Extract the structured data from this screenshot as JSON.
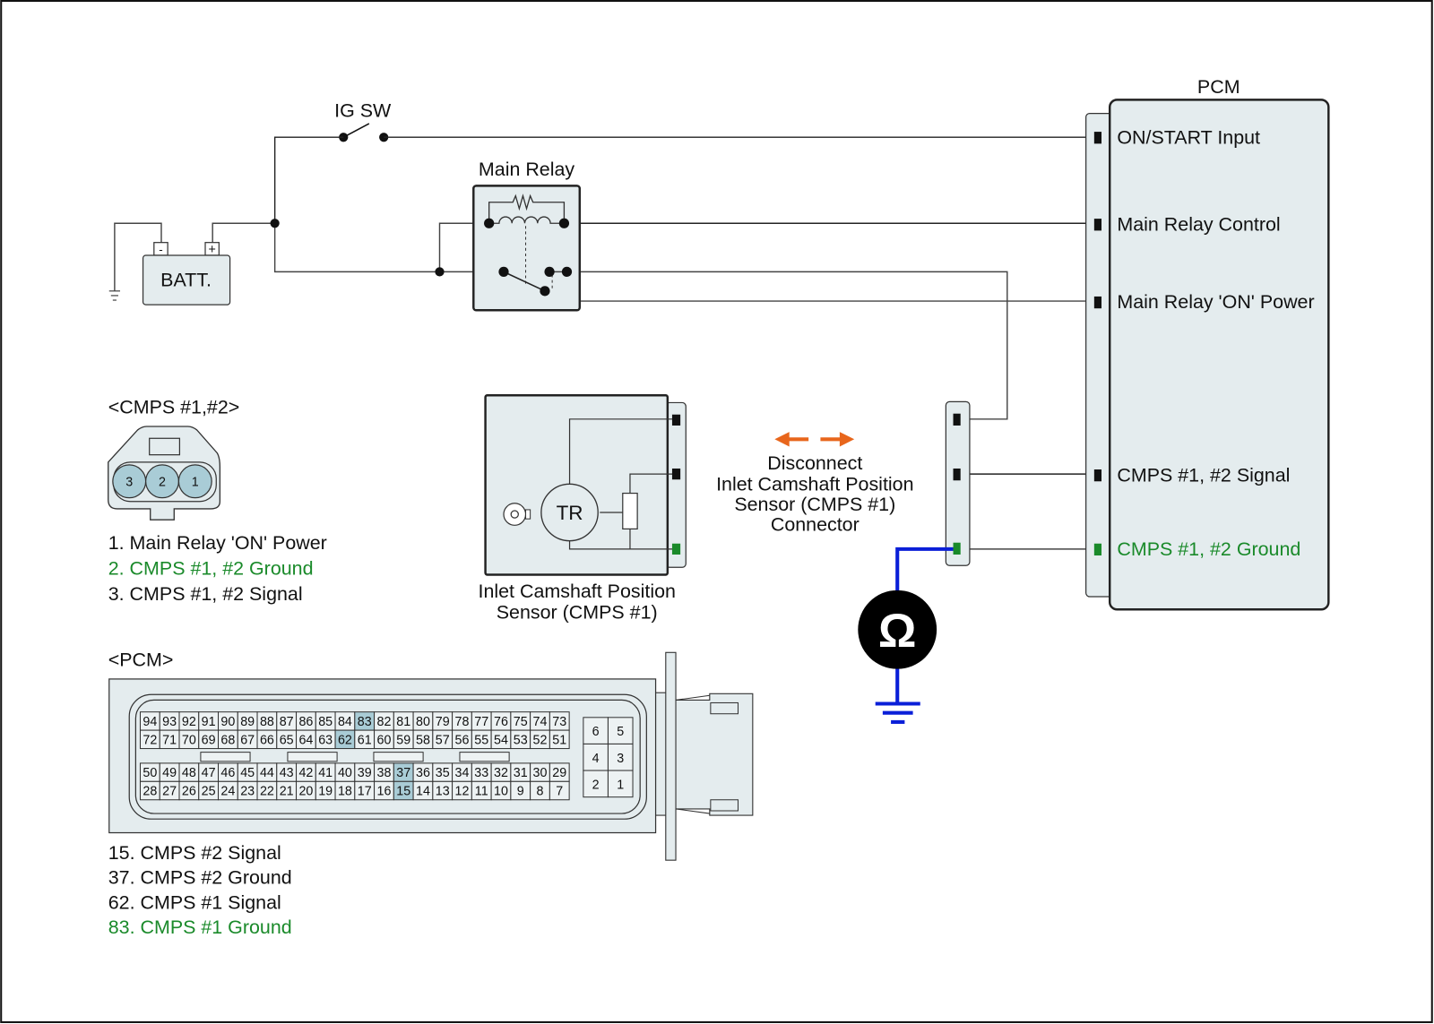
{
  "diagram": {
    "border": true,
    "colors": {
      "component_fill": "#e4ecee",
      "highlight_pin": "#a9ccd6",
      "ground_text": "#1a8a2a",
      "measurement_wire": "#0a1fd8",
      "disconnect_arrow": "#e8661c"
    },
    "ig_switch": {
      "label": "IG SW"
    },
    "battery": {
      "label": "BATT.",
      "neg": "-",
      "pos": "+"
    },
    "main_relay": {
      "label": "Main Relay"
    },
    "pcm": {
      "title": "PCM",
      "terminals": [
        {
          "label": "ON/START Input",
          "status": "normal"
        },
        {
          "label": "Main Relay Control",
          "status": "normal"
        },
        {
          "label": "Main Relay 'ON' Power",
          "status": "normal"
        },
        {
          "label": "CMPS #1, #2 Signal",
          "status": "normal"
        },
        {
          "label": "CMPS #1, #2 Ground",
          "status": "ground"
        }
      ]
    },
    "sensor": {
      "label_line1": "Inlet Camshaft Position",
      "label_line2": "Sensor (CMPS #1)",
      "inner_label": "TR"
    },
    "disconnect_note": {
      "lines": [
        "Disconnect",
        "Inlet Camshaft Position",
        "Sensor (CMPS #1)",
        "Connector"
      ]
    },
    "ohmmeter": {
      "symbol": "Ω"
    },
    "cmps_connector": {
      "title": "<CMPS #1,#2>",
      "pins": [
        "3",
        "2",
        "1"
      ],
      "legend": [
        {
          "text": "1. Main Relay 'ON' Power",
          "status": "normal"
        },
        {
          "text": "2. CMPS #1, #2 Ground",
          "status": "ground"
        },
        {
          "text": "3. CMPS #1, #2 Signal",
          "status": "normal"
        }
      ]
    },
    "pcm_connector": {
      "title": "<PCM>",
      "rows": [
        [
          "94",
          "93",
          "92",
          "91",
          "90",
          "89",
          "88",
          "87",
          "86",
          "85",
          "84",
          "83",
          "82",
          "81",
          "80",
          "79",
          "78",
          "77",
          "76",
          "75",
          "74",
          "73"
        ],
        [
          "72",
          "71",
          "70",
          "69",
          "68",
          "67",
          "66",
          "65",
          "64",
          "63",
          "62",
          "61",
          "60",
          "59",
          "58",
          "57",
          "56",
          "55",
          "54",
          "53",
          "52",
          "51"
        ],
        [
          "50",
          "49",
          "48",
          "47",
          "46",
          "45",
          "44",
          "43",
          "42",
          "41",
          "40",
          "39",
          "38",
          "37",
          "36",
          "35",
          "34",
          "33",
          "32",
          "31",
          "30",
          "29"
        ],
        [
          "28",
          "27",
          "26",
          "25",
          "24",
          "23",
          "22",
          "21",
          "20",
          "19",
          "18",
          "17",
          "16",
          "15",
          "14",
          "13",
          "12",
          "11",
          "10",
          "9",
          "8",
          "7"
        ]
      ],
      "small_block": [
        [
          "6",
          "5"
        ],
        [
          "4",
          "3"
        ],
        [
          "2",
          "1"
        ]
      ],
      "highlighted_pins": [
        "83",
        "62",
        "37",
        "15"
      ],
      "legend": [
        {
          "text": "15. CMPS #2 Signal",
          "status": "normal"
        },
        {
          "text": "37. CMPS #2 Ground",
          "status": "normal"
        },
        {
          "text": "62. CMPS #1 Signal",
          "status": "normal"
        },
        {
          "text": "83. CMPS #1 Ground",
          "status": "ground"
        }
      ]
    }
  }
}
